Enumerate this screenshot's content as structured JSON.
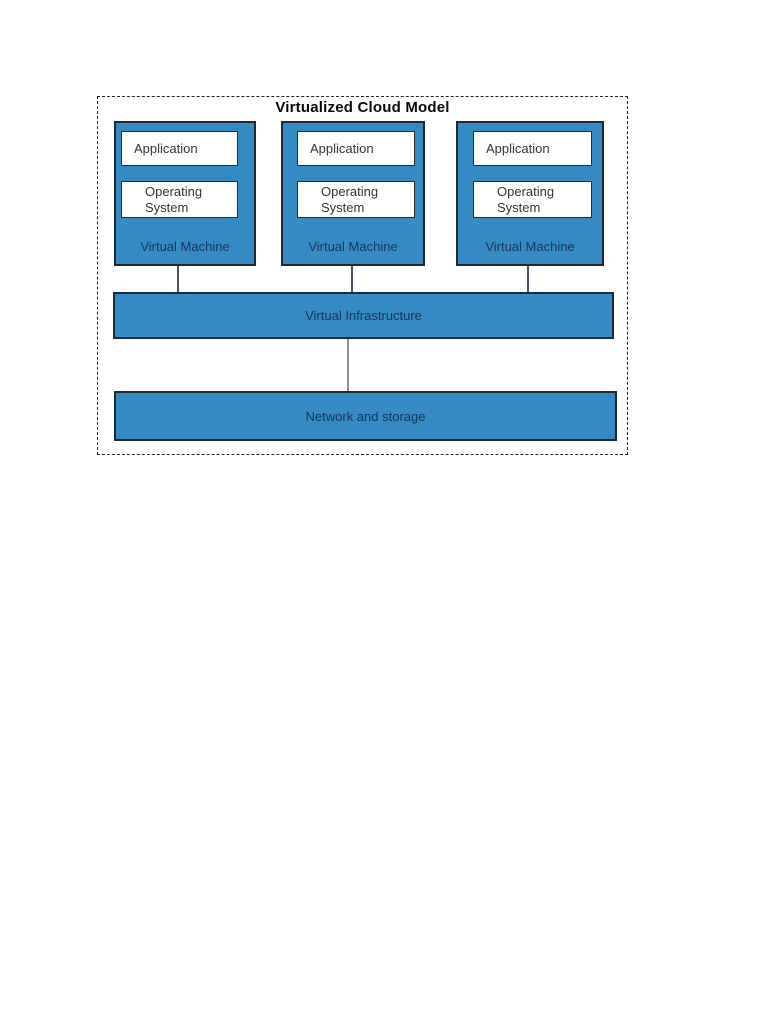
{
  "diagram": {
    "title": "Virtualized Cloud Model",
    "vms": [
      {
        "app": "Application",
        "os": "Operating System",
        "label": "Virtual Machine"
      },
      {
        "app": "Application",
        "os": "Operating System",
        "label": "Virtual Machine"
      },
      {
        "app": "Application",
        "os": "Operating System",
        "label": "Virtual Machine"
      }
    ],
    "infrastructure": {
      "label": "Virtual Infrastructure"
    },
    "network": {
      "label": "Network and storage"
    }
  },
  "colors": {
    "page-bg": "#ffffff",
    "box-fill": "#358ac4",
    "box-border": "#1c2a36",
    "inner-fill": "#ffffff",
    "inner-border": "#2a2a2a",
    "inner-text": "#333333",
    "label-text": "#17365d",
    "title-text": "#0a0a0a",
    "frame-border": "#222222",
    "connector-dark": "#47525e",
    "connector-gray": "#909090"
  }
}
